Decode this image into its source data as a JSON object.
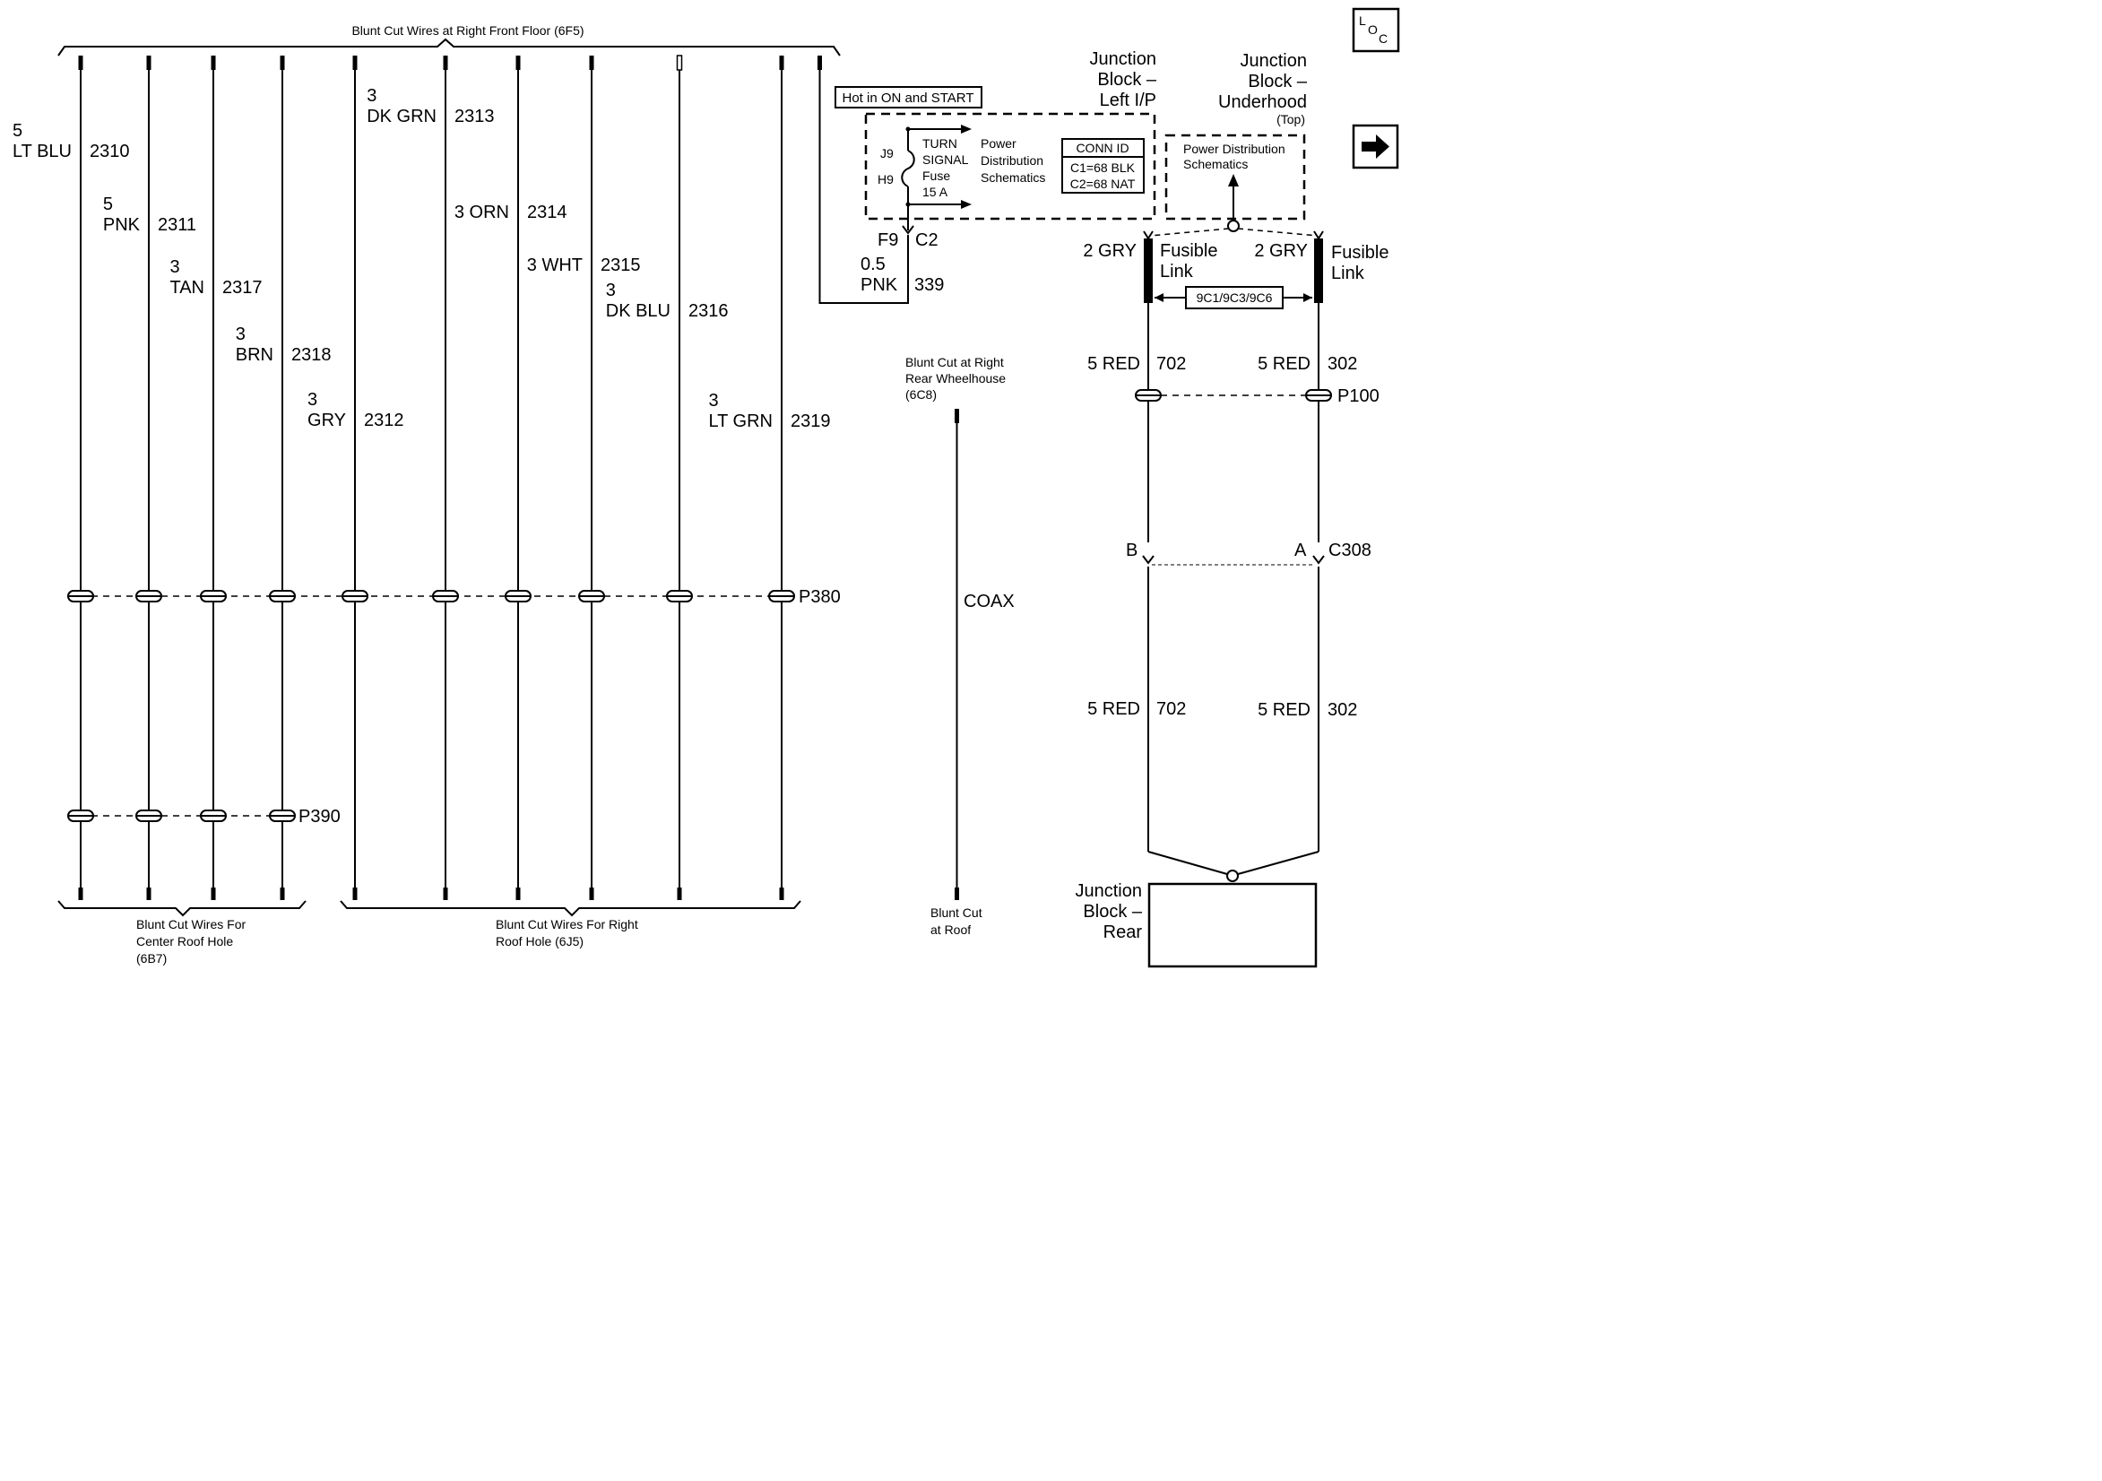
{
  "diagram": {
    "top_bracket_label": "Blunt Cut Wires at Right Front Floor (6F5)",
    "bottom_left_bracket": [
      "Blunt Cut Wires For",
      "Center Roof Hole",
      "(6B7)"
    ],
    "bottom_right_bracket": [
      "Blunt Cut Wires For Right",
      "Roof Hole (6J5)"
    ],
    "wires": [
      {
        "size": "5",
        "color": "LT BLU",
        "circuit": "2310"
      },
      {
        "size": "5",
        "color": "PNK",
        "circuit": "2311"
      },
      {
        "size": "3",
        "color": "TAN",
        "circuit": "2317"
      },
      {
        "size": "3",
        "color": "BRN",
        "circuit": "2318"
      },
      {
        "size": "3",
        "color": "GRY",
        "circuit": "2312"
      },
      {
        "size": "3",
        "color": "DK GRN",
        "circuit": "2313"
      },
      {
        "size": "3",
        "color": "ORN",
        "circuit": "2314",
        "one_line": "3 ORN"
      },
      {
        "size": "3",
        "color": "WHT",
        "circuit": "2315",
        "one_line": "3 WHT"
      },
      {
        "size": "3",
        "color": "DK BLU",
        "circuit": "2316"
      },
      {
        "size": "3",
        "color": "LT GRN",
        "circuit": "2319"
      }
    ],
    "splice_p380": "P380",
    "splice_p390": "P390",
    "coax": {
      "top_label": [
        "Blunt Cut at Right",
        "Rear Wheelhouse",
        "(6C8)"
      ],
      "mid_label": "COAX",
      "bottom_label": [
        "Blunt Cut",
        "at Roof"
      ]
    },
    "hot_label": "Hot in ON and START",
    "fuse": {
      "j9": "J9",
      "h9": "H9",
      "name_lines": [
        "TURN",
        "SIGNAL",
        "Fuse",
        "15 A"
      ],
      "pd_lines": [
        "Power",
        "Distribution",
        "Schematics"
      ],
      "conn_id_title": "CONN ID",
      "conn_id_lines": [
        "C1=68 BLK",
        "C2=68 NAT"
      ],
      "f9": "F9",
      "c2": "C2",
      "out_size": "0.5",
      "out_color": "PNK",
      "out_circuit": "339"
    },
    "jb_left_ip": [
      "Junction",
      "Block –",
      "Left I/P"
    ],
    "jb_underhood": [
      "Junction",
      "Block –",
      "Underhood",
      "(Top)"
    ],
    "pd_schematics": [
      "Power Distribution",
      "Schematics"
    ],
    "fusible_left": {
      "size_color": "2 GRY",
      "label": [
        "Fusible",
        "Link"
      ]
    },
    "fusible_right": {
      "size_color": "2 GRY",
      "label": [
        "Fusible",
        "Link"
      ]
    },
    "fusible_ref": "9C1/9C3/9C6",
    "left_circuit": {
      "color": "5 RED",
      "circuit": "702"
    },
    "right_circuit": {
      "color": "5 RED",
      "circuit": "302"
    },
    "p100": "P100",
    "c308": {
      "b": "B",
      "a": "A",
      "name": "C308"
    },
    "jb_rear": [
      "Junction",
      "Block –",
      "Rear"
    ],
    "loc_icon": [
      "L",
      "O",
      "C"
    ]
  }
}
